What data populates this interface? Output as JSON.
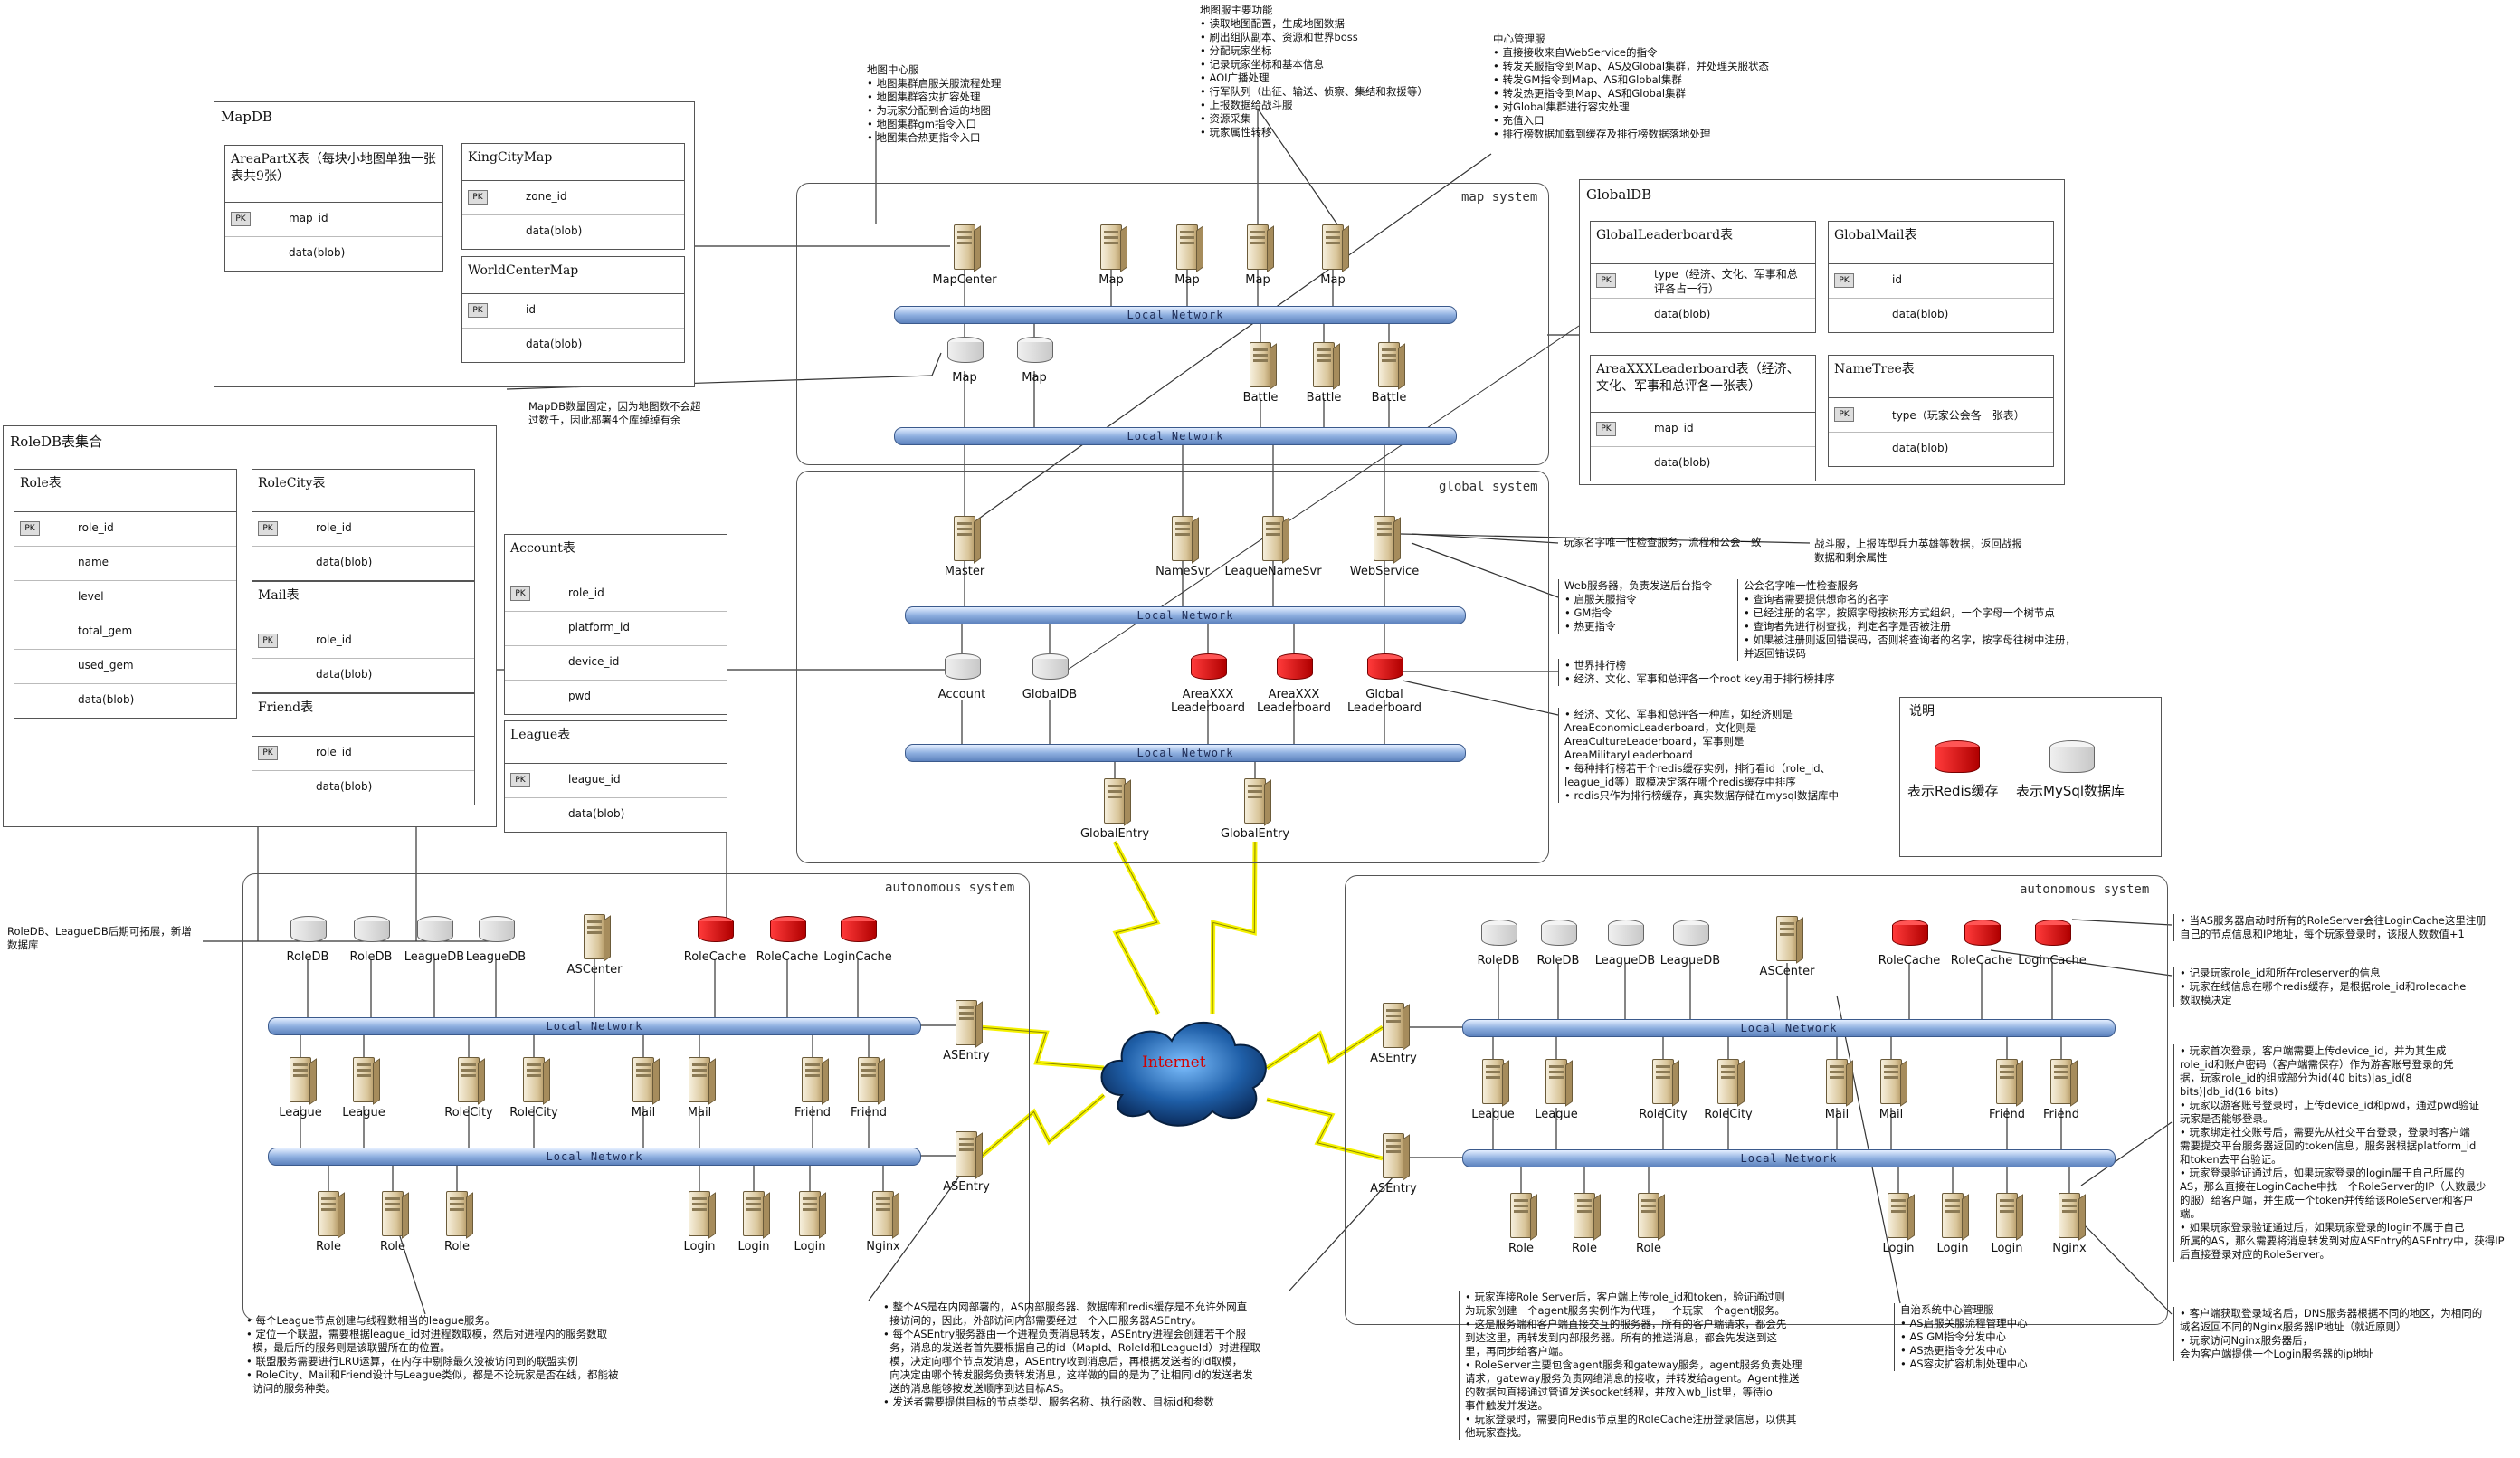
{
  "regions": {
    "map_system": "map system",
    "global_system": "global system",
    "auto_left": "autonomous system",
    "auto_right": "autonomous system"
  },
  "network_label": "Local Network",
  "internet_label": "Internet",
  "mapdb": {
    "title": "MapDB",
    "tables": [
      {
        "name": "AreaPartX表（每块小地图单独一张表共9张）",
        "fields": [
          {
            "pk": true,
            "name": "map_id"
          },
          {
            "pk": false,
            "name": "data(blob)"
          }
        ]
      },
      {
        "name": "KingCityMap",
        "fields": [
          {
            "pk": true,
            "name": "zone_id"
          },
          {
            "pk": false,
            "name": "data(blob)"
          }
        ]
      },
      {
        "name": "WorldCenterMap",
        "fields": [
          {
            "pk": true,
            "name": "id"
          },
          {
            "pk": false,
            "name": "data(blob)"
          }
        ]
      }
    ]
  },
  "globaldb": {
    "title": "GlobalDB",
    "tables": [
      {
        "name": "GlobalLeaderboard表",
        "fields": [
          {
            "pk": true,
            "name": "type（经济、文化、军事和总评各占一行）"
          },
          {
            "pk": false,
            "name": "data(blob)"
          }
        ]
      },
      {
        "name": "GlobalMail表",
        "fields": [
          {
            "pk": true,
            "name": "id"
          },
          {
            "pk": false,
            "name": "data(blob)"
          }
        ]
      },
      {
        "name": "AreaXXXLeaderboard表（经济、文化、军事和总评各一张表）",
        "fields": [
          {
            "pk": true,
            "name": "map_id"
          },
          {
            "pk": false,
            "name": "data(blob)"
          }
        ]
      },
      {
        "name": "NameTree表",
        "fields": [
          {
            "pk": true,
            "name": "type（玩家公会各一张表）"
          },
          {
            "pk": false,
            "name": "data(blob)"
          }
        ]
      }
    ]
  },
  "roledb": {
    "title": "RoleDB表集合",
    "role": {
      "name": "Role表",
      "fields": [
        {
          "pk": true,
          "name": "role_id"
        },
        {
          "pk": false,
          "name": "name"
        },
        {
          "pk": false,
          "name": "level"
        },
        {
          "pk": false,
          "name": "total_gem"
        },
        {
          "pk": false,
          "name": "used_gem"
        },
        {
          "pk": false,
          "name": "data(blob)"
        }
      ]
    },
    "rolecity": {
      "name": "RoleCity表",
      "fields": [
        {
          "pk": true,
          "name": "role_id"
        },
        {
          "pk": false,
          "name": "data(blob)"
        }
      ]
    },
    "mail": {
      "name": "Mail表",
      "fields": [
        {
          "pk": true,
          "name": "role_id"
        },
        {
          "pk": false,
          "name": "data(blob)"
        }
      ]
    },
    "friend": {
      "name": "Friend表",
      "fields": [
        {
          "pk": true,
          "name": "role_id"
        },
        {
          "pk": false,
          "name": "data(blob)"
        }
      ]
    }
  },
  "account": {
    "name": "Account表",
    "fields": [
      {
        "pk": true,
        "name": "role_id"
      },
      {
        "pk": false,
        "name": "platform_id"
      },
      {
        "pk": false,
        "name": "device_id"
      },
      {
        "pk": false,
        "name": "pwd"
      }
    ]
  },
  "league": {
    "name": "League表",
    "fields": [
      {
        "pk": true,
        "name": "league_id"
      },
      {
        "pk": false,
        "name": "data(blob)"
      }
    ]
  },
  "pk_label": "PK",
  "nodes": {
    "map_servers": [
      "MapCenter",
      "Map",
      "Map",
      "Map",
      "Map"
    ],
    "map_dbs": [
      "Map",
      "Map"
    ],
    "battles": [
      "Battle",
      "Battle",
      "Battle"
    ],
    "global_servers": [
      "Master",
      "NameSvr",
      "LeagueNameSvr",
      "WebService"
    ],
    "global_dbs": [
      "Account",
      "GlobalDB"
    ],
    "leaderboards": [
      "AreaXXX\nLeaderboard",
      "AreaXXX\nLeaderboard",
      "Global\nLeaderboard"
    ],
    "global_entries": [
      "GlobalEntry",
      "GlobalEntry"
    ],
    "auto_dbs": [
      "RoleDB",
      "RoleDB",
      "LeagueDB",
      "LeagueDB"
    ],
    "ascenter": "ASCenter",
    "caches": [
      "RoleCache",
      "RoleCache",
      "LoginCache"
    ],
    "asentry": "ASEntry",
    "mid_servers": [
      "League",
      "League",
      "RoleCity",
      "RoleCity",
      "Mail",
      "Mail",
      "Friend",
      "Friend"
    ],
    "bottom_servers": [
      "Role",
      "Role",
      "Role",
      "Login",
      "Login",
      "Login",
      "Nginx"
    ]
  },
  "notes": {
    "mapcenter": "地图中心服\n• 地图集群启服关服流程处理\n• 地图集群容灾扩容处理\n• 为玩家分配到合适的地图\n• 地图集群gm指令入口\n• 地图集合热更指令入口",
    "mapserver": "地图服主要功能\n• 读取地图配置，生成地图数据\n• 刷出组队副本、资源和世界boss\n• 分配玩家坐标\n• 记录玩家坐标和基本信息\n• AOI广播处理\n• 行军队列（出征、输送、侦察、集结和救援等）\n• 上报数据给战斗服\n• 资源采集\n• 玩家属性转移",
    "master": "中心管理服\n• 直接接收来自WebService的指令\n• 转发关服指令到Map、AS及Global集群，并处理关服状态\n• 转发GM指令到Map、AS和Global集群\n• 转发热更指令到Map、AS和Global集群\n• 对Global集群进行容灾处理\n• 充值入口\n• 排行榜数据加载到缓存及排行榜数据落地处理",
    "mapdb_note": "MapDB数量固定，因为地图数不会超\n过数千，因此部署4个库绰绰有余",
    "namesvr": "玩家名字唯一性检查服务，流程和公会一致",
    "battle": "战斗服，上报阵型兵力英雄等数据，返回战报\n数据和剩余属性",
    "webservice": "Web服务器，负责发送后台指令\n• 启服关服指令\n• GM指令\n• 热更指令",
    "leaguename": "公会名字唯一性检查服务\n• 查询者需要提供想命名的名字\n• 已经注册的名字，按照字母按树形方式组织，一个字母一个树节点\n• 查询者先进行树查找，判定名字是否被注册\n• 如果被注册则返回错误码，否则将查询者的名字，按字母往树中注册，\n并返回错误码",
    "leaderboard1": "• 世界排行榜\n• 经济、文化、军事和总评各一个root key用于排行榜排序",
    "leaderboard2": "• 经济、文化、军事和总评各一种库，如经济则是\nAreaEconomicLeaderboard，文化则是\nAreaCultureLeaderboard，军事则是\nAreaMilitaryLeaderboard\n• 每种排行榜若干个redis缓存实例，排行看id（role_id、\nleague_id等）取模决定落在哪个redis缓存中排序\n• redis只作为排行榜缓存，真实数据存储在mysql数据库中",
    "roledb_ext": "RoleDB、LeagueDB后期可拓展，新增\n数据库",
    "league_note": "• 每个League节点创建与线程数相当的league服务。\n• 定位一个联盟，需要根据league_id对进程数取模，然后对进程内的服务数取\n  模，最后所的服务则是该联盟所在的位置。\n• 联盟服务需要进行LRU运算，在内存中剔除最久没被访问到的联盟实例\n• RoleCity、Mail和Friend设计与League类似，都是不论玩家是否在线，都能被\n  访问的服务种类。",
    "asentry_note": "• 整个AS是在内网部署的，AS内部服务器、数据库和redis缓存是不允许外网直\n  接访问的，因此，外部访问内部需要经过一个入口服务器ASEntry。\n• 每个ASEntry服务器由一个进程负责消息转发，ASEntry进程会创建若干个服\n  务，消息的发送者首先要根据自己的id（MapId、RoleId和LeagueId）对进程取\n  模，决定向哪个节点发消息，ASEntry收到消息后，再根据发送者的id取模，\n  向决定由哪个转发服务负责转发消息，这样做的目的是为了让相同id的发送者发\n  送的消息能够按发送顺序到达目标AS。\n• 发送者需要提供目标的节点类型、服务名称、执行函数、目标id和参数",
    "role_note": "• 玩家连接Role Server后，客户端上传role_id和token，验证通过则\n为玩家创建一个agent服务实例作为代理，一个玩家一个agent服务。\n• 这是服务端和客户端直接交互的服务器，所有的客户端请求，都会先\n到达这里，再转发到内部服务器。所有的推送消息，都会先发送到这\n里，再同步给客户端。\n• RoleServer主要包含agent服务和gateway服务，agent服务负责处理\n请求，gateway服务负责网络消息的接收，并转发给agent。Agent推送\n的数据包直接通过管道发送socket线程，并放入wb_list里，等待io\n事件触发并发送。\n• 玩家登录时，需要向Redis节点里的RoleCache注册登录信息，以供其\n他玩家查找。",
    "ascenter_note": "自治系统中心管理服\n• AS启服关服流程管理中心\n• AS GM指令分发中心\n• AS热更指令分发中心\n• AS容灾扩容机制处理中心",
    "logincache_note": "• 当AS服务器启动时所有的RoleServer会往LoginCache这里注册\n自己的节点信息和IP地址，每个玩家登录时，该服人数数值+1",
    "rolecache_note": "• 记录玩家role_id和所在roleserver的信息\n• 玩家在线信息在哪个redis缓存，是根据role_id和rolecache\n数取模决定",
    "login_note": "• 玩家首次登录，客户端需要上传device_id，并为其生成\nrole_id和账户密码（客户端需保存）作为游客账号登录的凭\n据，玩家role_id的组成部分为id(40 bits)|as_id(8\nbits)|db_id(16 bits)\n• 玩家以游客账号登录时，上传device_id和pwd，通过pwd验证\n玩家是否能够登录。\n• 玩家绑定社交账号后，需要先从社交平台登录，登录时客户端\n需要提交平台服务器返回的token信息，服务器根据platform_id\n和token去平台验证。\n• 玩家登录验证通过后，如果玩家登录的login属于自己所属的\nAS，那么直接在LoginCache中找一个RoleServer的IP（人数最少\n的服）给客户端，并生成一个token并传给该RoleServer和客户\n端。\n• 如果玩家登录验证通过后，如果玩家登录的login不属于自己\n所属的AS，那么需要将消息转发到对应ASEntry的ASEntry中，获得IP\n后直接登录对应的RoleServer。",
    "nginx_note": "• 客户端获取登录域名后，DNS服务器根据不同的地区，为相同的\n域名返回不同的Nginx服务器IP地址（就近原则）\n• 玩家访问Nginx服务器后，\n会为客户端提供一个Login服务器的ip地址"
  },
  "legend": {
    "title": "说明",
    "redis": "表示Redis缓存",
    "mysql": "表示MySql数据库"
  }
}
